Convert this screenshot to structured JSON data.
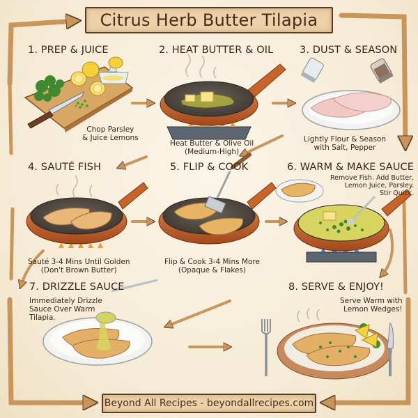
{
  "title": "Citrus Herb Butter Tilapia",
  "footer": "Beyond All Recipes - beyondallrecipes.com",
  "colors": {
    "background": "#f7eedc",
    "banner": "#ecd2a8",
    "banner_border": "#5a3a24",
    "arrow": "#c9955a",
    "text": "#3a2418",
    "pan_copper": "#c8642a",
    "lemon": "#f4d23c",
    "parsley": "#3f8a2e",
    "sauce": "#d9d45a",
    "flame_blue": "#3b7fd0"
  },
  "steps": [
    {
      "number": "1",
      "title": "1. PREP & JUICE",
      "caption": [
        "Chop Parsley",
        "& Juice Lemons"
      ],
      "illustration": "cutting-board-lemons-parsley-knife-juicer"
    },
    {
      "number": "2",
      "title": "2. HEAT BUTTER & OIL",
      "caption": [
        "Heat Butter & Olive Oil",
        "(Medium-High)"
      ],
      "illustration": "pan-butter-oil-on-gas-burner"
    },
    {
      "number": "3",
      "title": "3. DUST & SEASON",
      "caption": [
        "Lightly Flour & Season",
        "with Salt, Pepper"
      ],
      "illustration": "plate-fillets-salt-pepper-shakers"
    },
    {
      "number": "4",
      "title": "4. SAUTÉ FISH",
      "caption": [
        "Sauté 3-4 Mins Until Golden",
        "(Don't Brown Butter)"
      ],
      "illustration": "pan-fillets-sizzling"
    },
    {
      "number": "5",
      "title": "5. FLIP & COOK",
      "caption": [
        "Flip & Cook 3-4 Mins More",
        "(Opaque & Flakes)"
      ],
      "illustration": "pan-fillets-spatula"
    },
    {
      "number": "6",
      "title": "6. WARM & MAKE SAUCE",
      "caption": [
        "Remove Fish. Add Butter,",
        "Lemon Juice, Parsley.",
        "Stir Quick."
      ],
      "illustration": "pan-sauce-spoon-plate-of-fish"
    },
    {
      "number": "7",
      "title": "7. DRIZZLE SAUCE",
      "caption": [
        "Immediately Drizzle",
        "Sauce Over Warm",
        "Tilapia."
      ],
      "illustration": "spoon-drizzling-sauce-on-plate"
    },
    {
      "number": "8",
      "title": "8. SERVE & ENJOY!",
      "caption": [
        "Serve Warm with",
        "Lemon Wedges!"
      ],
      "illustration": "plated-fish-lemon-fork-knife"
    }
  ]
}
